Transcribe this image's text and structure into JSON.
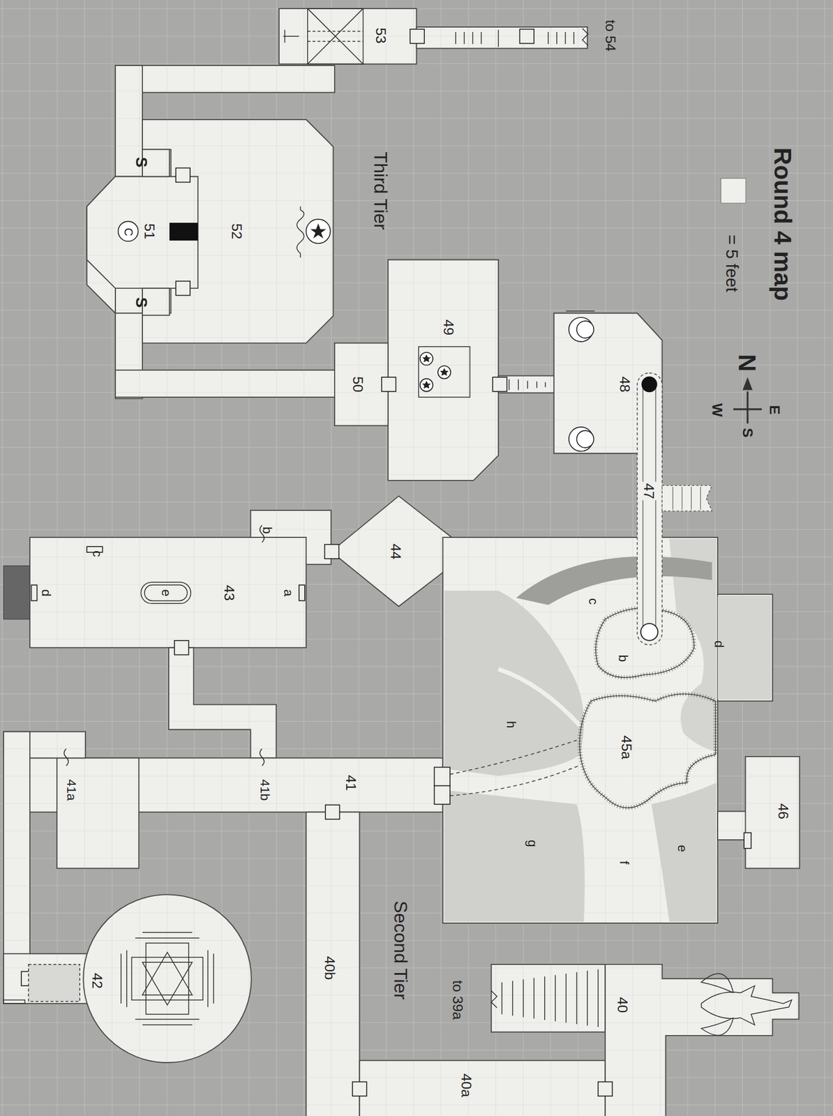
{
  "diagram": {
    "title": "Round 4 map",
    "labels": [
      "Third Tier",
      "Second Tier",
      "53",
      "to 54",
      "52",
      "51",
      "S",
      "S",
      "C",
      "49",
      "50",
      "48",
      "47",
      "44",
      "43",
      "a",
      "b",
      "c",
      "d",
      "e",
      "45a",
      "b",
      "c",
      "d",
      "e",
      "f",
      "g",
      "h",
      "46",
      "41",
      "41a",
      "41b",
      "42",
      "40",
      "to 39a",
      "40b",
      "40a",
      "N",
      "W",
      "E",
      "S"
    ],
    "legend": [
      {
        "text": "= 5 feet",
        "color": "#efefec"
      }
    ]
  }
}
